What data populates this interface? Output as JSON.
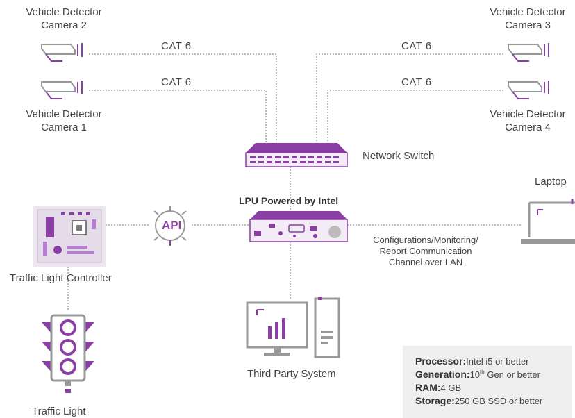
{
  "cameras": {
    "cam2": {
      "line1": "Vehicle Detector",
      "line2": "Camera 2"
    },
    "cam3": {
      "line1": "Vehicle Detector",
      "line2": "Camera 3"
    },
    "cam1": {
      "line1": "Vehicle Detector",
      "line2": "Camera 1"
    },
    "cam4": {
      "line1": "Vehicle Detector",
      "line2": "Camera 4"
    }
  },
  "links": {
    "cat_label": "CAT 6"
  },
  "network_switch": {
    "label": "Network Switch"
  },
  "lpu": {
    "label": "LPU Powered by Intel"
  },
  "laptop": {
    "label": "Laptop"
  },
  "lan": {
    "line1": "Configurations/Monitoring/",
    "line2": "Report Communication",
    "line3": "Channel over LAN"
  },
  "api": {
    "label": "API"
  },
  "controller": {
    "label": "Traffic Light Controller"
  },
  "traffic_light": {
    "label": "Traffic Light"
  },
  "third_party": {
    "label": "Third Party System"
  },
  "specs": {
    "processor_key": "Processor:",
    "processor_val": "Intel i5 or better",
    "generation_key": "Generation:",
    "generation_val_num": "10",
    "generation_val_sup": "th",
    "generation_val_rest": " Gen or better",
    "ram_key": "RAM:",
    "ram_val": "4 GB",
    "storage_key": "Storage:",
    "storage_val": "250 GB SSD or better"
  },
  "colors": {
    "accent": "#8a3fa5",
    "accent_light": "#b67ed0",
    "grey": "#9a9a9a",
    "box": "#efefef"
  }
}
